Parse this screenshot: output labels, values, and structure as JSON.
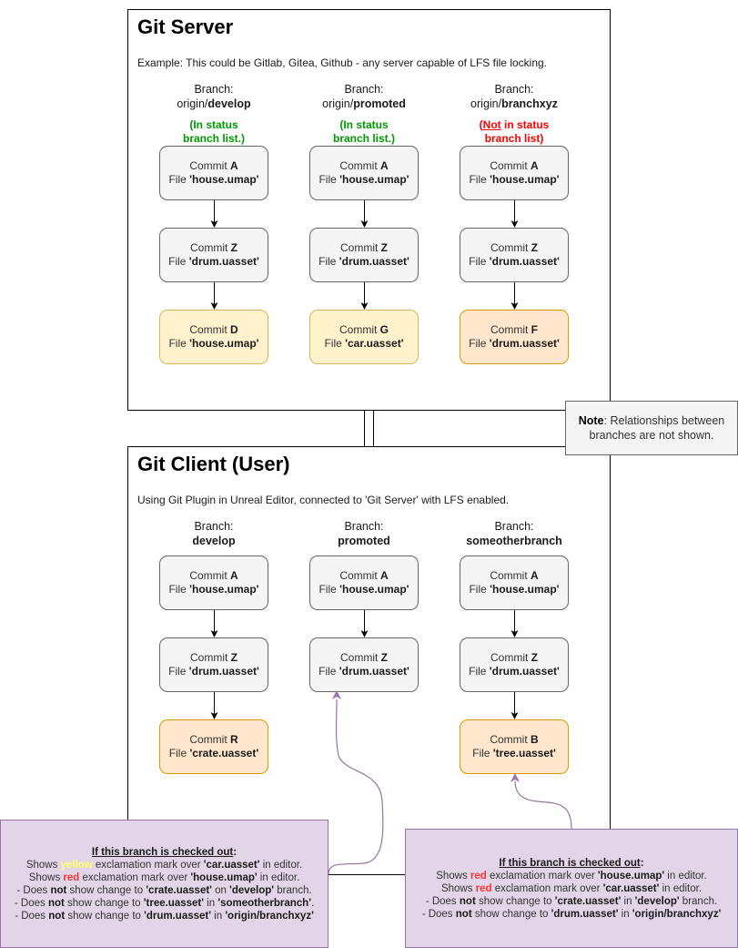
{
  "server": {
    "title": "Git Server",
    "description": "Example: This could be Gitlab, Gitea, Github - any server capable of LFS file locking.",
    "branches": [
      {
        "label_prefix": "Branch:",
        "name_prefix": "origin/",
        "name": "develop",
        "status_before": "(In status",
        "status_after": "branch list.)",
        "status_color": "green",
        "commits": [
          {
            "prefix": "Commit ",
            "id": "A",
            "file_prefix": "File ",
            "file": "'house.umap'",
            "style": "gray"
          },
          {
            "prefix": "Commit ",
            "id": "Z",
            "file_prefix": "File ",
            "file": "'drum.uasset'",
            "style": "gray"
          },
          {
            "prefix": "Commit ",
            "id": "D",
            "file_prefix": "File ",
            "file": "'house.umap'",
            "style": "yellow"
          }
        ]
      },
      {
        "label_prefix": "Branch:",
        "name_prefix": "origin/",
        "name": "promoted",
        "status_before": "(In status",
        "status_after": "branch list.)",
        "status_color": "green",
        "commits": [
          {
            "prefix": "Commit ",
            "id": "A",
            "file_prefix": "File ",
            "file": "'house.umap'",
            "style": "gray"
          },
          {
            "prefix": "Commit ",
            "id": "Z",
            "file_prefix": "File ",
            "file": "'drum.uasset'",
            "style": "gray"
          },
          {
            "prefix": "Commit ",
            "id": "G",
            "file_prefix": "File ",
            "file": "'car.uasset'",
            "style": "yellow"
          }
        ]
      },
      {
        "label_prefix": "Branch:",
        "name_prefix": "origin/",
        "name": "branchxyz",
        "status_open": "(",
        "status_underlined": "Not",
        "status_rest": " in status",
        "status_after": "branch list)",
        "status_color": "red",
        "commits": [
          {
            "prefix": "Commit ",
            "id": "A",
            "file_prefix": "File ",
            "file": "'house.umap'",
            "style": "gray"
          },
          {
            "prefix": "Commit ",
            "id": "Z",
            "file_prefix": "File ",
            "file": "'drum.uasset'",
            "style": "gray"
          },
          {
            "prefix": "Commit ",
            "id": "F",
            "file_prefix": "File ",
            "file": "'drum.uasset'",
            "style": "orange"
          }
        ]
      }
    ]
  },
  "note": {
    "bold": "Note",
    "text": ": Relationships between branches are not shown."
  },
  "client": {
    "title": "Git Client (User)",
    "description": "Using Git Plugin in Unreal Editor, connected to 'Git Server' with LFS enabled.",
    "branches": [
      {
        "label_prefix": "Branch:",
        "name": "develop",
        "commits": [
          {
            "prefix": "Commit ",
            "id": "A",
            "file_prefix": "File ",
            "file": "'house.umap'",
            "style": "gray"
          },
          {
            "prefix": "Commit ",
            "id": "Z",
            "file_prefix": "File ",
            "file": "'drum.uasset'",
            "style": "gray"
          },
          {
            "prefix": "Commit ",
            "id": "R",
            "file_prefix": "File ",
            "file": "'crate.uasset'",
            "style": "orange"
          }
        ]
      },
      {
        "label_prefix": "Branch:",
        "name": "promoted",
        "commits": [
          {
            "prefix": "Commit ",
            "id": "A",
            "file_prefix": "File ",
            "file": "'house.umap'",
            "style": "gray"
          },
          {
            "prefix": "Commit ",
            "id": "Z",
            "file_prefix": "File ",
            "file": "'drum.uasset'",
            "style": "gray"
          }
        ]
      },
      {
        "label_prefix": "Branch:",
        "name": "someotherbranch",
        "commits": [
          {
            "prefix": "Commit ",
            "id": "A",
            "file_prefix": "File ",
            "file": "'house.umap'",
            "style": "gray"
          },
          {
            "prefix": "Commit ",
            "id": "Z",
            "file_prefix": "File ",
            "file": "'drum.uasset'",
            "style": "gray"
          },
          {
            "prefix": "Commit ",
            "id": "B",
            "file_prefix": "File ",
            "file": "'tree.uasset'",
            "style": "orange"
          }
        ]
      }
    ]
  },
  "callouts": {
    "promoted": {
      "header": "If this branch is checked out",
      "header_suffix": ":",
      "lines": [
        [
          {
            "t": "Shows "
          },
          {
            "t": "yellow",
            "c": "yellow"
          },
          {
            "t": " exclamation mark over "
          },
          {
            "t": "'car.uasset'",
            "b": true
          },
          {
            "t": " in editor."
          }
        ],
        [
          {
            "t": "Shows "
          },
          {
            "t": "red",
            "c": "red"
          },
          {
            "t": " exclamation mark over "
          },
          {
            "t": "'house.umap'",
            "b": true
          },
          {
            "t": " in editor."
          }
        ],
        [
          {
            "t": "- Does "
          },
          {
            "t": "not",
            "b": true
          },
          {
            "t": " show change to "
          },
          {
            "t": "'crate.uasset'",
            "b": true
          },
          {
            "t": " on "
          },
          {
            "t": "'develop'",
            "b": true
          },
          {
            "t": " branch."
          }
        ],
        [
          {
            "t": "- Does "
          },
          {
            "t": "not",
            "b": true
          },
          {
            "t": " show change to "
          },
          {
            "t": "'tree.uasset'",
            "b": true
          },
          {
            "t": " in "
          },
          {
            "t": "'someotherbranch'",
            "b": true
          },
          {
            "t": "."
          }
        ],
        [
          {
            "t": "- Does "
          },
          {
            "t": "not",
            "b": true
          },
          {
            "t": " show change to "
          },
          {
            "t": "'drum.uasset'",
            "b": true
          },
          {
            "t": " in "
          },
          {
            "t": "'origin/branchxyz'",
            "b": true
          }
        ]
      ]
    },
    "someotherbranch": {
      "header": "If this branch is checked out",
      "header_suffix": ":",
      "lines": [
        [
          {
            "t": "Shows "
          },
          {
            "t": "red",
            "c": "red"
          },
          {
            "t": " exclamation mark over "
          },
          {
            "t": "'house.umap'",
            "b": true
          },
          {
            "t": " in editor."
          }
        ],
        [
          {
            "t": "Shows "
          },
          {
            "t": "red",
            "c": "red"
          },
          {
            "t": " exclamation mark over "
          },
          {
            "t": "'car.uasset'",
            "b": true
          },
          {
            "t": " in editor."
          }
        ],
        [
          {
            "t": "- Does "
          },
          {
            "t": "not",
            "b": true
          },
          {
            "t": " show change to "
          },
          {
            "t": "'crate.uasset'",
            "b": true
          },
          {
            "t": " in "
          },
          {
            "t": "'develop'",
            "b": true
          },
          {
            "t": " branch."
          }
        ],
        [
          {
            "t": "- Does "
          },
          {
            "t": "not",
            "b": true
          },
          {
            "t": " show change to "
          },
          {
            "t": "'drum.uasset'",
            "b": true
          },
          {
            "t": " in "
          },
          {
            "t": "'origin/branchxyz'",
            "b": true
          }
        ]
      ]
    }
  },
  "colors": {
    "commit_gray_fill": "#f5f5f5",
    "commit_yellow_fill": "#fff2cc",
    "commit_orange_fill": "#ffe6cc",
    "callout_fill": "#e1d5e7",
    "callout_stroke": "#9673a6",
    "status_green": "#009900",
    "status_red": "#ff0000"
  }
}
